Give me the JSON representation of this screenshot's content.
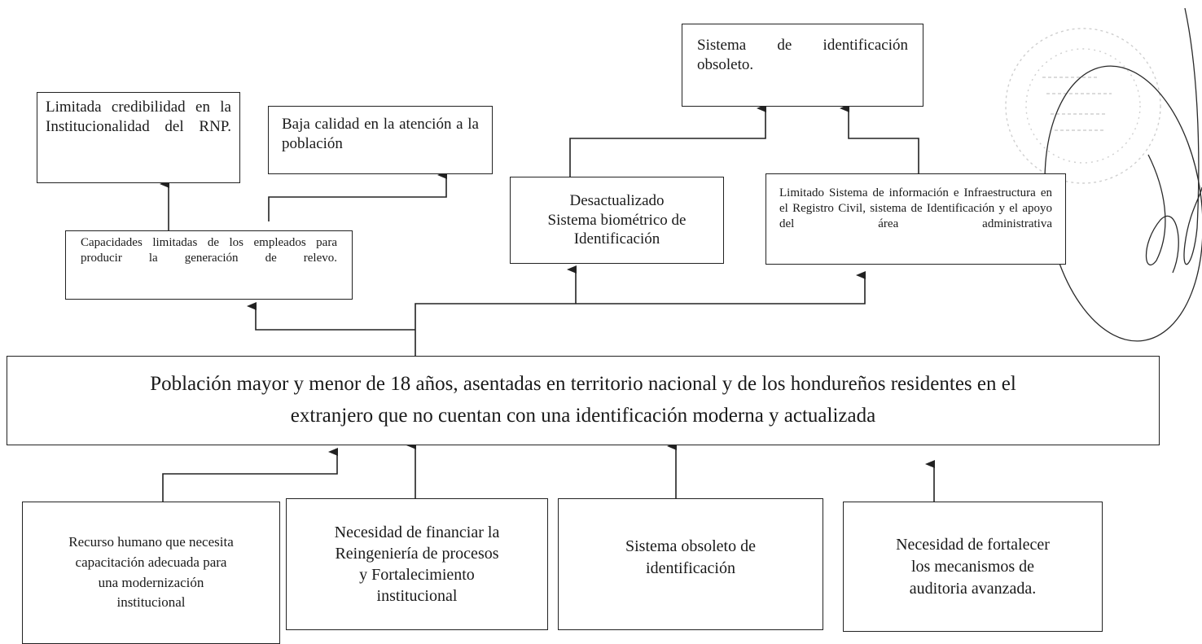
{
  "effects": {
    "credibilidad": "Limitada credibilidad en la Institucionalidad del RNP.",
    "baja_calidad": "Baja calidad en la atención a la población",
    "sistema_obsoleto": "Sistema de identificación obsoleto.",
    "capacidades": "Capacidades limitadas de los empleados para producir la generación de relevo.",
    "desactualizado": [
      "Desactualizado",
      "Sistema biométrico de",
      "Identificación"
    ],
    "limitado_sistema": "Limitado Sistema de información e Infraestructura en el Registro Civil, sistema de Identificación y el apoyo del área administrativa"
  },
  "central_problem": [
    "Población mayor y menor de 18 años, asentadas en territorio nacional y de los hondureños residentes en el",
    "extranjero que no cuentan con una identificación moderna y actualizada"
  ],
  "causes": {
    "recurso_humano": [
      "Recurso humano que necesita",
      "capacitación adecuada para",
      "una modernización",
      "institucional"
    ],
    "financiar": [
      "Necesidad de financiar la",
      "Reingeniería de procesos",
      "y Fortalecimiento",
      "institucional"
    ],
    "sistema_obsoleto_id": [
      "Sistema obsoleto de",
      "identificación"
    ],
    "auditoria": [
      "Necesidad de fortalecer",
      "los mecanismos de",
      "auditoria avanzada."
    ]
  },
  "colors": {
    "ink": "#222222",
    "stamp": "#c8c8c8",
    "signature": "#2a2a2a"
  }
}
